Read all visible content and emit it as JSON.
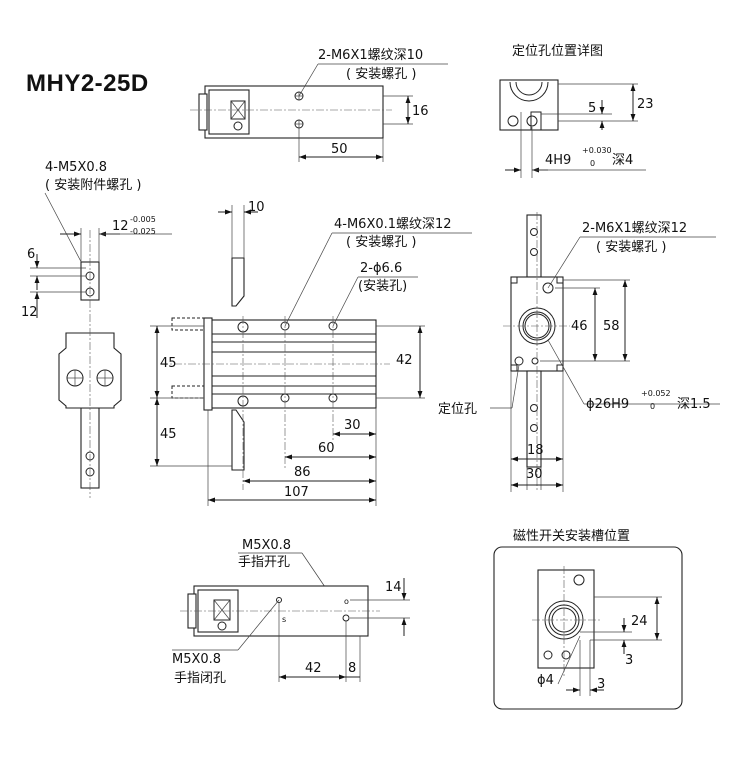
{
  "title": "MHY2-25D",
  "top_view": {
    "callout": "2-M6X1螺纹深10",
    "callout_sub": "( 安装螺孔 )",
    "dim_16": "16",
    "dim_50": "50"
  },
  "detail_locating": {
    "title": "定位孔位置详图",
    "dim_23": "23",
    "dim_5": "5",
    "tol_base": "4H9",
    "tol_upper": "+0.030",
    "tol_lower": "0",
    "tol_depth": "深4"
  },
  "side_view": {
    "callout": "4-M5X0.8",
    "callout_sub": "( 安装附件螺孔 )",
    "dim_12_base": "12",
    "dim_12_upper": "-0.005",
    "dim_12_lower": "-0.025",
    "dim_6": "6",
    "dim_12": "12"
  },
  "front_view": {
    "dim_10": "10",
    "callout1": "4-M6X0.1螺纹深12",
    "callout1_sub": "( 安装螺孔 )",
    "callout2": "2-ϕ6.6",
    "callout2_sub": "(安装孔)",
    "dim_42": "42",
    "dim_45_top": "45",
    "dim_45_bottom": "45",
    "dim_30": "30",
    "dim_60": "60",
    "dim_86": "86",
    "dim_107": "107"
  },
  "end_view": {
    "callout": "2-M6X1螺纹深12",
    "callout_sub": "( 安装螺孔 )",
    "dim_46": "46",
    "dim_58": "58",
    "locating_label": "定位孔",
    "bore_base": "ϕ26H9",
    "bore_upper": "+0.052",
    "bore_lower": "0",
    "bore_depth": "深1.5",
    "dim_18": "18",
    "dim_30": "30"
  },
  "bottom_view": {
    "label_open1": "M5X0.8",
    "label_open2": "手指开孔",
    "label_close1": "M5X0.8",
    "label_close2": "手指闭孔",
    "dim_14": "14",
    "dim_42": "42",
    "dim_8": "8",
    "mark_s": "s",
    "mark_o": "o"
  },
  "switch_detail": {
    "title": "磁性开关安装槽位置",
    "dim_24": "24",
    "dim_3a": "3",
    "dim_phi4": "ϕ4",
    "dim_3b": "3"
  }
}
